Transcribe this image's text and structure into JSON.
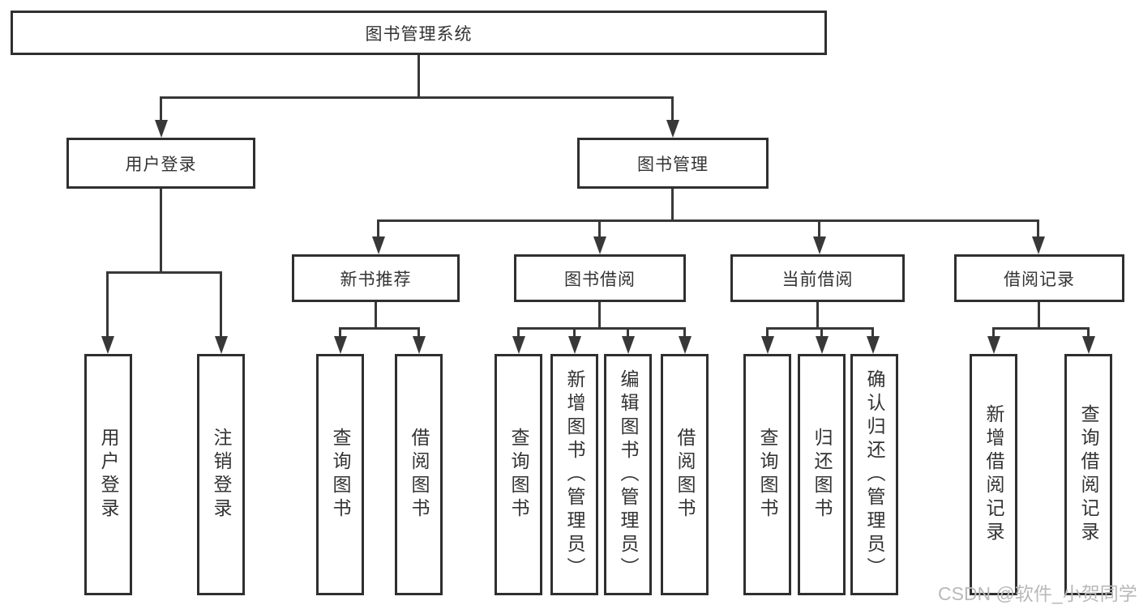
{
  "diagram": {
    "type": "function-structure-tree",
    "colors": {
      "line": "#383838",
      "border": "#2f2f2f",
      "text": "#333333",
      "background": "#ffffff",
      "watermark": "#b9b9b9"
    },
    "nodes": {
      "root": "图书管理系统",
      "user_login": "用户登录",
      "book_mgmt": "图书管理",
      "new_book_rec": "新书推荐",
      "book_borrow": "图书借阅",
      "current_borrow": "当前借阅",
      "borrow_records": "借阅记录",
      "leaf_user_login": "用户登录",
      "leaf_logout": "注销登录",
      "leaf_query_books_1": "查询图书",
      "leaf_borrow_books_1": "借阅图书",
      "leaf_query_books_2": "查询图书",
      "leaf_add_books_admin": "新增图书（管理员）",
      "leaf_edit_books_admin": "编辑图书（管理员）",
      "leaf_borrow_books_2": "借阅图书",
      "leaf_query_books_3": "查询图书",
      "leaf_return_books": "归还图书",
      "leaf_confirm_return_admin": "确认归还（管理员）",
      "leaf_add_borrow_record": "新增借阅记录",
      "leaf_query_borrow_record": "查询借阅记录"
    },
    "watermark": "CSDN @软件_小贺同学"
  }
}
